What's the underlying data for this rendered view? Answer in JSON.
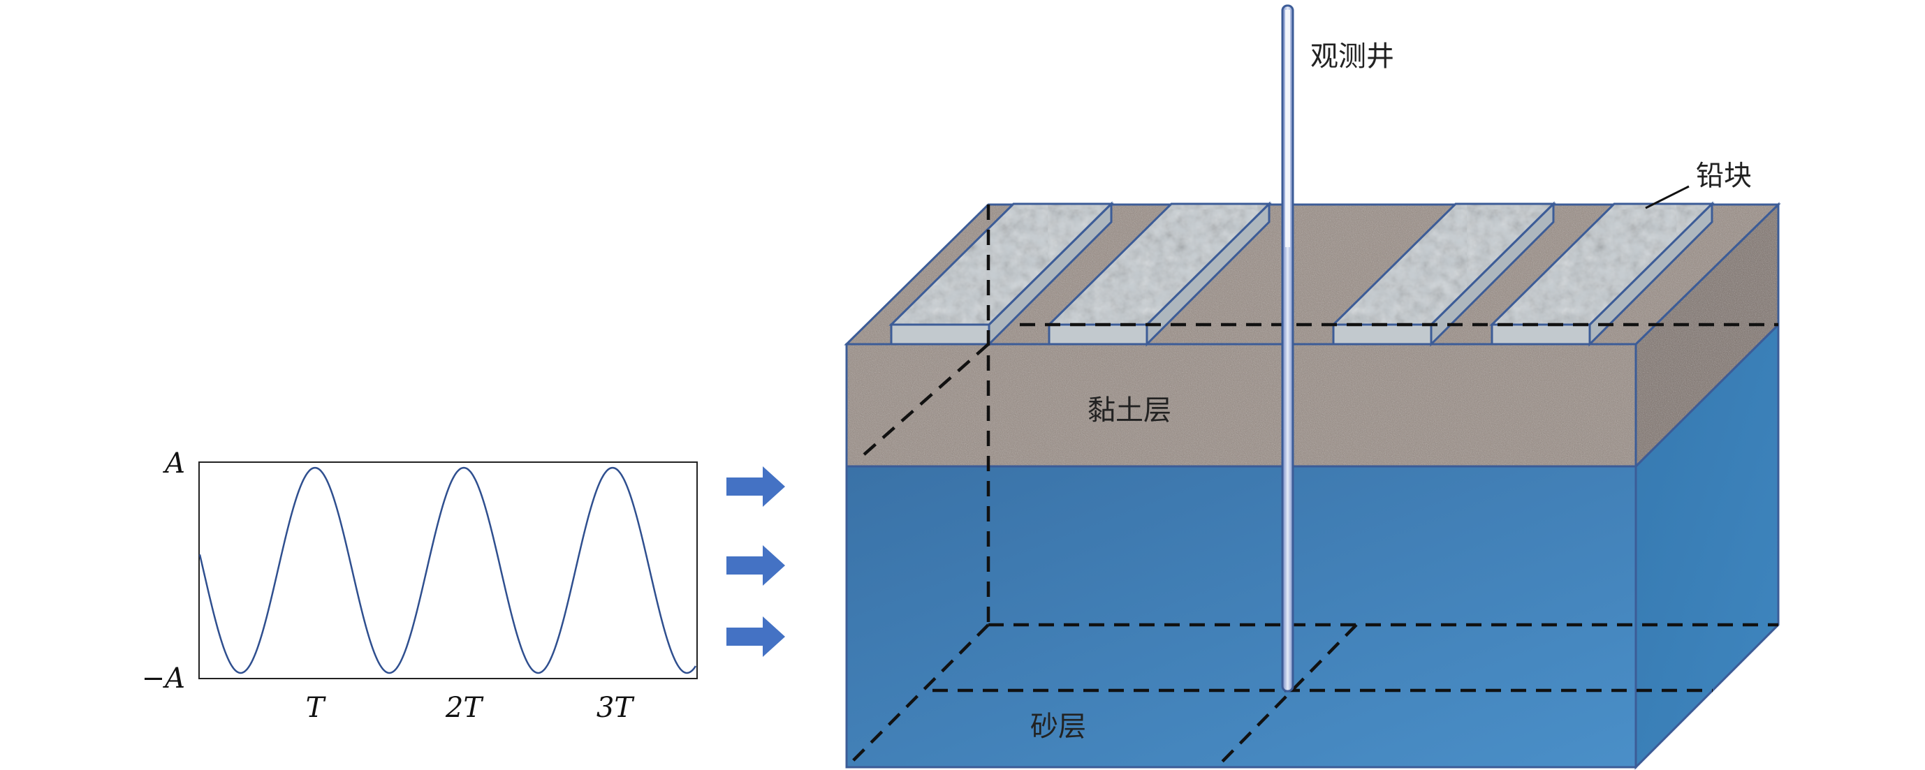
{
  "wave_chart": {
    "y_top_label": "A",
    "y_bottom_label": "−A",
    "x_ticks": [
      "T",
      "2T",
      "3T"
    ]
  },
  "labels": {
    "well": "观测井",
    "lead_block": "铅块",
    "clay_layer": "黏土层",
    "sand_layer": "砂层"
  },
  "colors": {
    "sand_front": "#3F7FB5",
    "clay": "#978A82",
    "lead": "#BAC2C7",
    "outline": "#3C5C97",
    "arrow": "#4472C4",
    "wave": "#2F4F8F"
  }
}
